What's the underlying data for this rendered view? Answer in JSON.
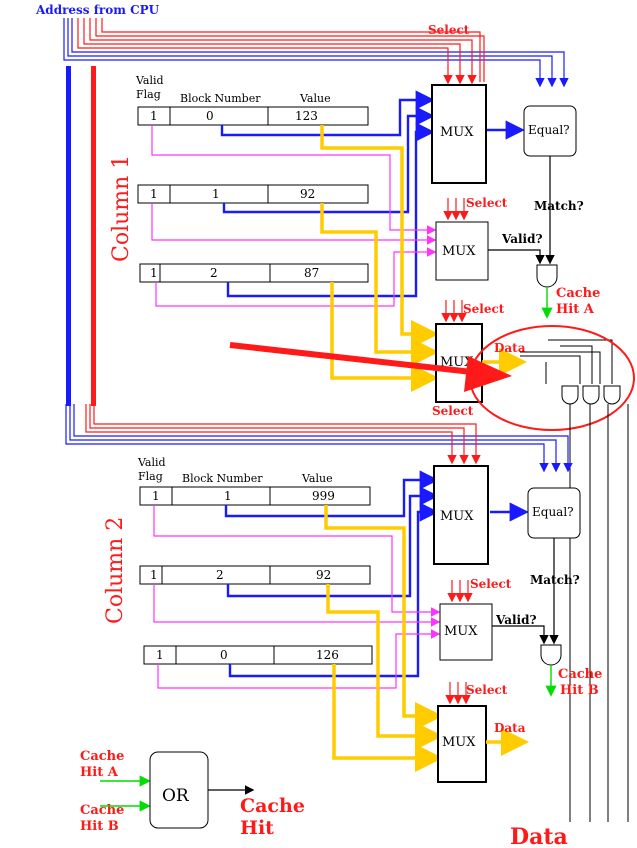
{
  "header": {
    "address_label": "Address from CPU"
  },
  "labels": {
    "select": "Select",
    "valid_flag_1": "Valid",
    "valid_flag_2": "Flag",
    "block_number": "Block Number",
    "value": "Value",
    "mux": "MUX",
    "equal": "Equal?",
    "match": "Match?",
    "valid_q": "Valid?",
    "data": "Data",
    "or": "OR",
    "cache": "Cache",
    "hit": "Hit",
    "cache_hit_a_1": "Cache",
    "cache_hit_a_2": "Hit A",
    "cache_hit_b_1": "Cache",
    "cache_hit_b_2": "Hit B"
  },
  "columns": [
    {
      "title": "Column 1",
      "rows": [
        {
          "valid": "1",
          "block": "0",
          "value": "123"
        },
        {
          "valid": "1",
          "block": "1",
          "value": "92"
        },
        {
          "valid": "1",
          "block": "2",
          "value": "87"
        }
      ]
    },
    {
      "title": "Column 2",
      "rows": [
        {
          "valid": "1",
          "block": "1",
          "value": "999"
        },
        {
          "valid": "1",
          "block": "2",
          "value": "92"
        },
        {
          "valid": "1",
          "block": "0",
          "value": "126"
        }
      ]
    }
  ],
  "footer": {
    "data_label": "Data"
  },
  "colors": {
    "blue": "#1a1aff",
    "red": "#ff1a1a",
    "yellow": "#ffcc00",
    "magenta": "#ff33ff",
    "green": "#00dd00"
  }
}
